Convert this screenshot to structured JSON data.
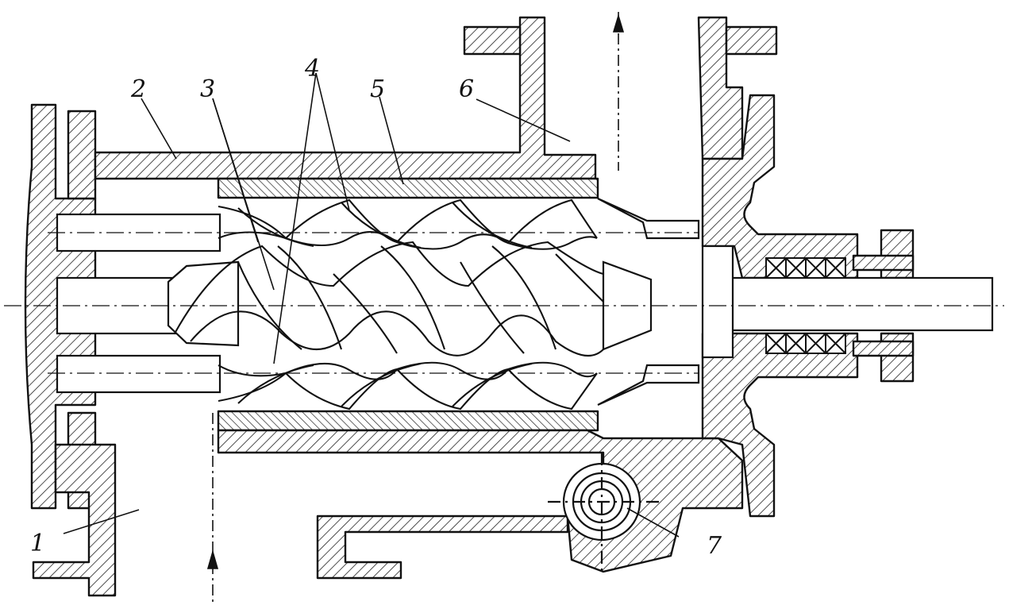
{
  "diagram": {
    "colors": {
      "ink": "#111111",
      "paper": "#ffffff",
      "hatch": "#222222"
    },
    "callouts": [
      {
        "id": "c1",
        "text": "1"
      },
      {
        "id": "c2",
        "text": "2"
      },
      {
        "id": "c3",
        "text": "3"
      },
      {
        "id": "c4",
        "text": "4"
      },
      {
        "id": "c5",
        "text": "5"
      },
      {
        "id": "c6",
        "text": "6"
      },
      {
        "id": "c7",
        "text": "7"
      }
    ]
  }
}
